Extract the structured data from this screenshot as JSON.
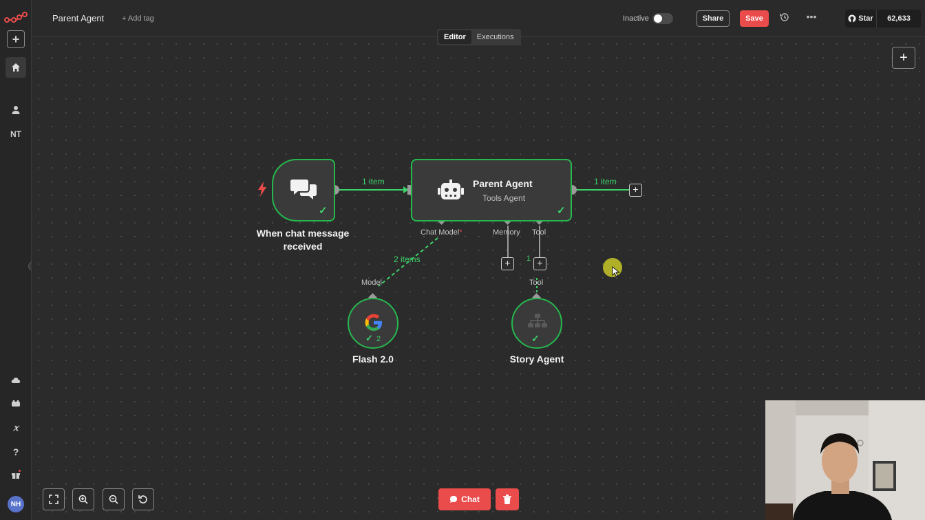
{
  "app": {
    "logo": "n8n-logo-icon"
  },
  "sidebar": {
    "items": [
      {
        "name": "add",
        "icon": "plus-icon"
      },
      {
        "name": "home",
        "icon": "home-icon"
      },
      {
        "name": "user",
        "icon": "user-icon"
      },
      {
        "name": "project",
        "label": "NT"
      },
      {
        "name": "cloud",
        "icon": "cloud-icon"
      },
      {
        "name": "templates",
        "icon": "templates-icon"
      },
      {
        "name": "variables",
        "icon": "variables-icon"
      },
      {
        "name": "help",
        "icon": "help-icon"
      },
      {
        "name": "whats-new",
        "icon": "gift-icon"
      }
    ],
    "avatar_initials": "NH"
  },
  "header": {
    "workflow_title": "Parent Agent",
    "add_tag": "+ Add tag",
    "status_label": "Inactive",
    "share_label": "Share",
    "save_label": "Save",
    "github_star_label": "Star",
    "github_star_count": "62,633"
  },
  "view_switch": {
    "tabs": [
      "Editor",
      "Executions"
    ],
    "active": "Editor"
  },
  "workflow": {
    "nodes": {
      "trigger": {
        "label": "When chat message received",
        "label_line1": "When chat message",
        "label_line2": "received"
      },
      "agent": {
        "title": "Parent Agent",
        "subtitle": "Tools Agent"
      },
      "flash": {
        "label": "Flash 2.0",
        "run_count": "2"
      },
      "story": {
        "label": "Story Agent"
      }
    },
    "connections": {
      "trigger_to_agent": "1 item",
      "agent_output": "1 item",
      "model_link": "2 items",
      "tool_link": "1"
    },
    "ports": {
      "chat_model": "Chat Model",
      "chat_model_required": "*",
      "memory": "Memory",
      "tool": "Tool",
      "model_in": "Model",
      "tool_in": "Tool"
    }
  },
  "bottom": {
    "chat_label": "Chat"
  },
  "colors": {
    "accent": "#ea4b4b",
    "success": "#26b84f",
    "canvas": "#2b2b2b"
  }
}
